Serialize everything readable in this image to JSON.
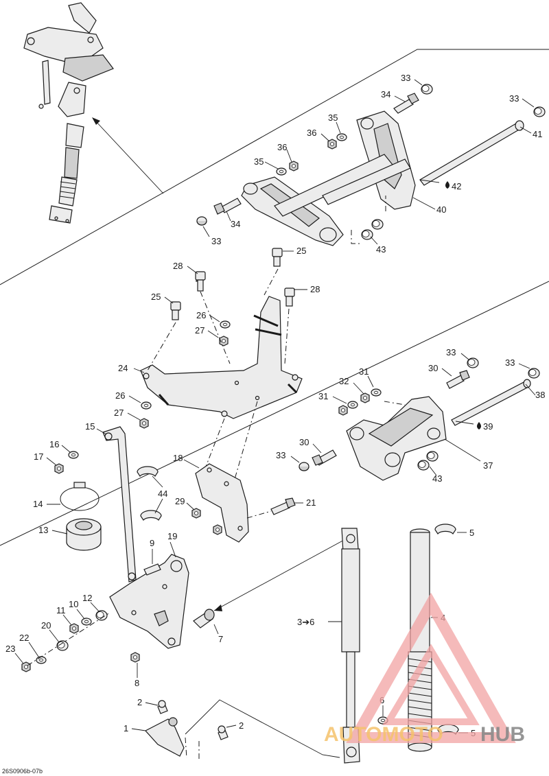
{
  "reference_code": "26S0906b-07b",
  "watermark": {
    "text_part1": "AUTOMOTO",
    "text_part2": "HUB",
    "color_primary": "#f2a3a3",
    "color_secondary": "#f5c26b",
    "color_dark": "#8a8a8a"
  },
  "callouts": [
    {
      "id": "c33a",
      "text": "33"
    },
    {
      "id": "c34a",
      "text": "34"
    },
    {
      "id": "c35a",
      "text": "35"
    },
    {
      "id": "c36a",
      "text": "36"
    },
    {
      "id": "c36b",
      "text": "36"
    },
    {
      "id": "c35b",
      "text": "35"
    },
    {
      "id": "c33b",
      "text": "33"
    },
    {
      "id": "c41",
      "text": "41"
    },
    {
      "id": "c42",
      "text": "42"
    },
    {
      "id": "c40",
      "text": "40"
    },
    {
      "id": "c34b",
      "text": "34"
    },
    {
      "id": "c33c",
      "text": "33"
    },
    {
      "id": "c43a",
      "text": "43"
    },
    {
      "id": "c25a",
      "text": "25"
    },
    {
      "id": "c28a",
      "text": "28"
    },
    {
      "id": "c28b",
      "text": "28"
    },
    {
      "id": "c25b",
      "text": "25"
    },
    {
      "id": "c26a",
      "text": "26"
    },
    {
      "id": "c27a",
      "text": "27"
    },
    {
      "id": "c24",
      "text": "24"
    },
    {
      "id": "c26b",
      "text": "26"
    },
    {
      "id": "c27b",
      "text": "27"
    },
    {
      "id": "c33d",
      "text": "33"
    },
    {
      "id": "c30a",
      "text": "30"
    },
    {
      "id": "c31a",
      "text": "31"
    },
    {
      "id": "c32",
      "text": "32"
    },
    {
      "id": "c31b",
      "text": "31"
    },
    {
      "id": "c33e",
      "text": "33"
    },
    {
      "id": "c38",
      "text": "38"
    },
    {
      "id": "c39",
      "text": "39"
    },
    {
      "id": "c30b",
      "text": "30"
    },
    {
      "id": "c33f",
      "text": "33"
    },
    {
      "id": "c37",
      "text": "37"
    },
    {
      "id": "c43b",
      "text": "43"
    },
    {
      "id": "c15",
      "text": "15"
    },
    {
      "id": "c16",
      "text": "16"
    },
    {
      "id": "c17",
      "text": "17"
    },
    {
      "id": "c18",
      "text": "18"
    },
    {
      "id": "c44",
      "text": "44"
    },
    {
      "id": "c14",
      "text": "14"
    },
    {
      "id": "c29",
      "text": "29"
    },
    {
      "id": "c21",
      "text": "21"
    },
    {
      "id": "c13",
      "text": "13"
    },
    {
      "id": "c19",
      "text": "19"
    },
    {
      "id": "c9",
      "text": "9"
    },
    {
      "id": "c5a",
      "text": "5"
    },
    {
      "id": "c12",
      "text": "12"
    },
    {
      "id": "c10",
      "text": "10"
    },
    {
      "id": "c11",
      "text": "11"
    },
    {
      "id": "c20",
      "text": "20"
    },
    {
      "id": "c22",
      "text": "22"
    },
    {
      "id": "c23",
      "text": "23"
    },
    {
      "id": "c7",
      "text": "7"
    },
    {
      "id": "c3to6",
      "text": "3➔6"
    },
    {
      "id": "c4",
      "text": "4"
    },
    {
      "id": "c8",
      "text": "8"
    },
    {
      "id": "c2a",
      "text": "2"
    },
    {
      "id": "c6",
      "text": "6"
    },
    {
      "id": "c1",
      "text": "1"
    },
    {
      "id": "c2b",
      "text": "2"
    },
    {
      "id": "c5b",
      "text": "5"
    }
  ]
}
